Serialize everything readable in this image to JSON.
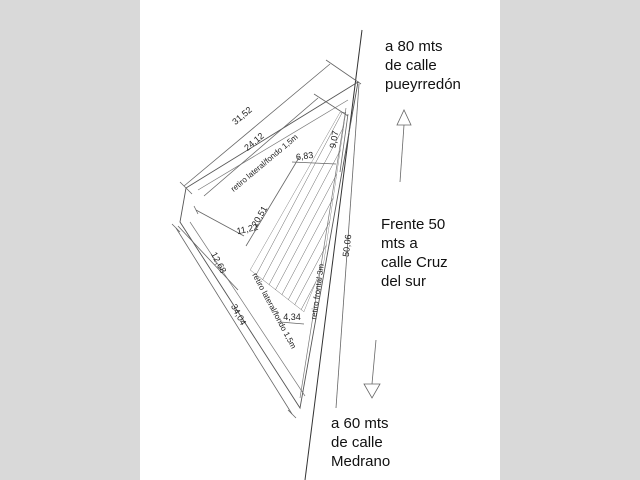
{
  "dimensions": {
    "d_31_52": "31,52",
    "d_24_12": "24,12",
    "d_6_83": "6,83",
    "d_9_07": "9,07",
    "d_20_51": "20,51",
    "d_11_22": "11,22",
    "d_12_68": "12,68",
    "d_34_04": "34,04",
    "d_4_34": "4,34",
    "d_50_06": "50,06"
  },
  "setbacks": {
    "upper": "retiro lateral/fondo 1,5m",
    "lower": "retiro lateral/fondo 1,5m",
    "front": "retiro frontal 3m"
  },
  "notes": {
    "north": [
      "a 80 mts",
      "de calle",
      "pueyrredón"
    ],
    "front": [
      "Frente 50",
      "mts a",
      "calle Cruz",
      "del sur"
    ],
    "south": [
      "a 60 mts",
      "de calle",
      "Medrano"
    ]
  }
}
